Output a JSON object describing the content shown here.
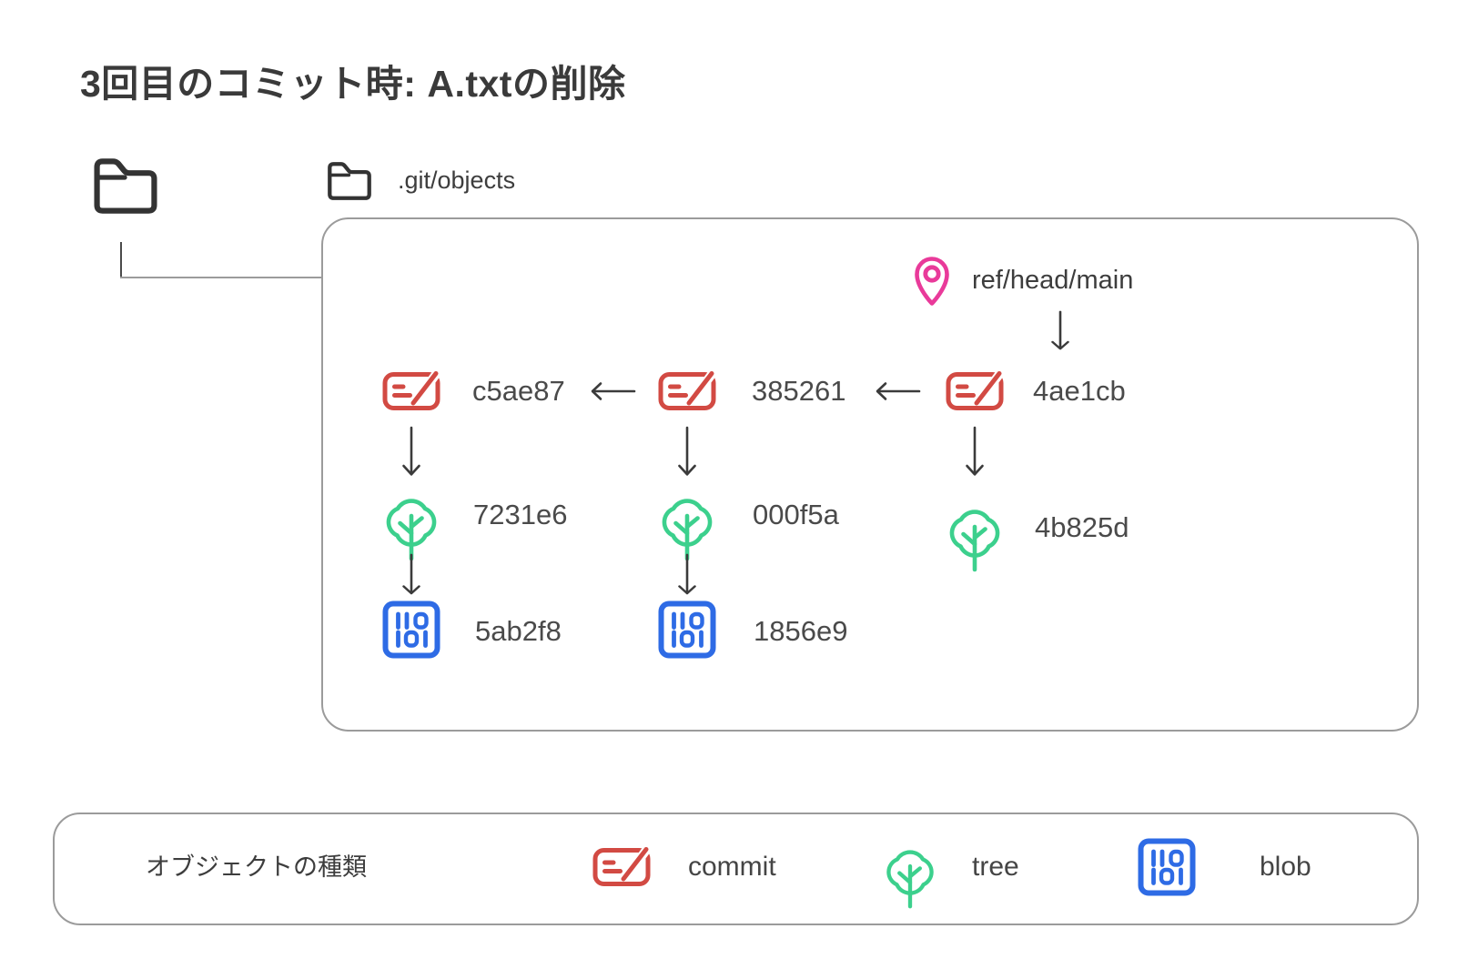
{
  "title": "3回目のコミット時: A.txtの削除",
  "workspace": {
    "objects_folder_label": ".git/objects"
  },
  "graph": {
    "ref": {
      "label": "ref/head/main"
    },
    "commits": [
      {
        "id": "c5ae87"
      },
      {
        "id": "385261"
      },
      {
        "id": "4ae1cb"
      }
    ],
    "trees": [
      {
        "id": "7231e6"
      },
      {
        "id": "000f5a"
      },
      {
        "id": "4b825d"
      }
    ],
    "blobs": [
      {
        "id": "5ab2f8"
      },
      {
        "id": "1856e9"
      }
    ]
  },
  "legend": {
    "title": "オブジェクトの種類",
    "items": [
      {
        "label": "commit"
      },
      {
        "label": "tree"
      },
      {
        "label": "blob"
      }
    ]
  },
  "colors": {
    "commit": "#d24a43",
    "tree": "#3cd08d",
    "blob": "#2e6be5",
    "pin": "#e93a9a",
    "ink": "#3a3a3a",
    "hash-text": "#4a4a4a",
    "box-border": "#9b9b9b",
    "folder": "#333333"
  }
}
